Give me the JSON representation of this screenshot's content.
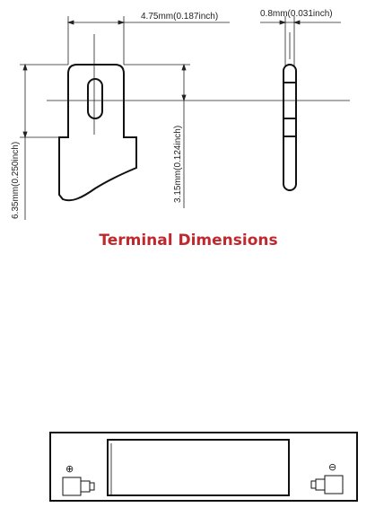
{
  "diagram": {
    "title": "Terminal Dimensions",
    "dimensions": {
      "width": "4.75mm(0.187inch)",
      "thickness": "0.8mm(0.031inch)",
      "total_height": "6.35mm(0.250inch)",
      "hole_height": "3.15mm(0.124inch)"
    },
    "terminals": {
      "positive_symbol": "⊕",
      "negative_symbol": "⊖"
    },
    "colors": {
      "title": "#c0282d",
      "line": "#111111"
    }
  }
}
